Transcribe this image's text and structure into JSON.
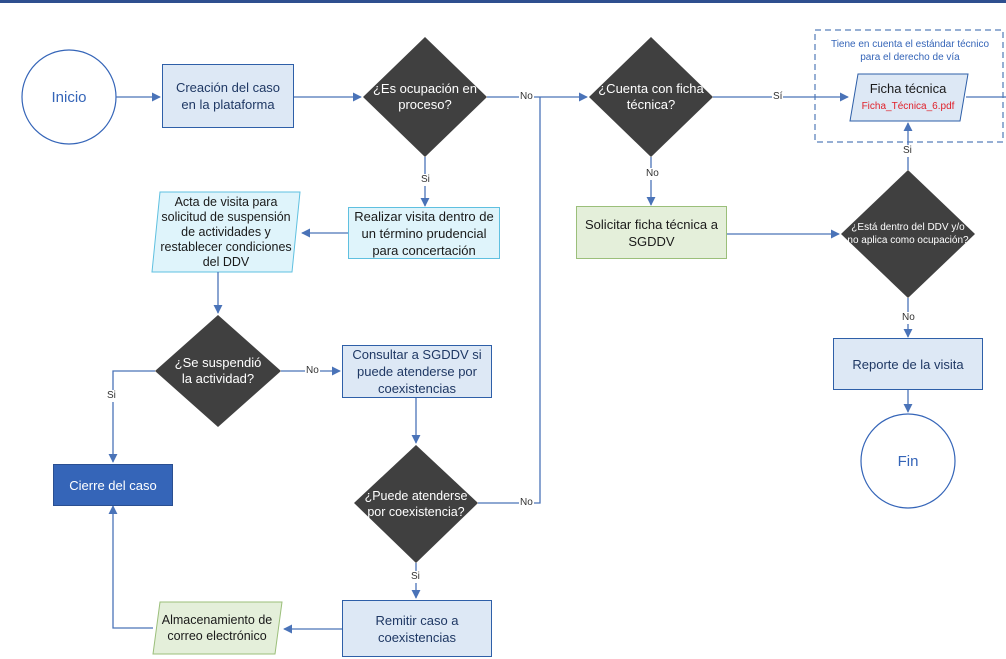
{
  "nodes": {
    "inicio": "Inicio",
    "fin": "Fin",
    "creacion": "Creación del caso en la plataforma",
    "es_ocupacion": "¿Es ocupación en proceso?",
    "cuenta_ficha": "¿Cuenta con ficha técnica?",
    "realizar_visita": "Realizar visita dentro de un término prudencial para concertación",
    "acta_visita": "Acta de visita para solicitud de suspensión de actividades y restablecer condiciones del DDV",
    "solicitar_ficha": "Solicitar ficha técnica a SGDDV",
    "esta_dentro": "¿Está dentro del DDV y/o no aplica como ocupación?",
    "ficha_tecnica": "Ficha técnica",
    "ficha_file": "Ficha_Técnica_6.pdf",
    "reporte_visita": "Reporte de la visita",
    "se_suspendio": "¿Se suspendió la actividad?",
    "consultar": "Consultar a SGDDV si puede atenderse por coexistencias",
    "cierre": "Cierre del caso",
    "puede_atenderse": "¿Puede atenderse por coexistencia?",
    "almacenamiento": "Almacenamiento de correo electrónico",
    "remitir": "Remitir caso a coexistencias"
  },
  "note": "Tiene en cuenta el estándar técnico para el derecho de vía",
  "labels": {
    "no": "No",
    "si": "Si",
    "si_accent": "Sí"
  },
  "colors": {
    "diamond": "#404040",
    "process_fill": "#dde8f5",
    "process_border": "#2e5fa8",
    "arrow": "#4a73b8",
    "cierre_fill": "#3565b8"
  }
}
